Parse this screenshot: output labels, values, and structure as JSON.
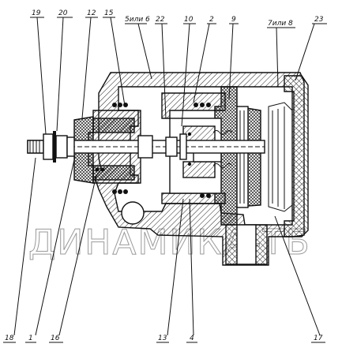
{
  "labels": {
    "l19": "19",
    "l20": "20",
    "l12": "12",
    "l15": "15",
    "l5or6": "5или 6",
    "l22": "22",
    "l10": "10",
    "l2": "2",
    "l9": "9",
    "l7or8": "7или 8",
    "l23": "23",
    "l18": "18",
    "l1": "1",
    "l16": "16",
    "l13": "13",
    "l4": "4",
    "l17": "17"
  },
  "watermark": "ДИНАМИКА-ТБ"
}
